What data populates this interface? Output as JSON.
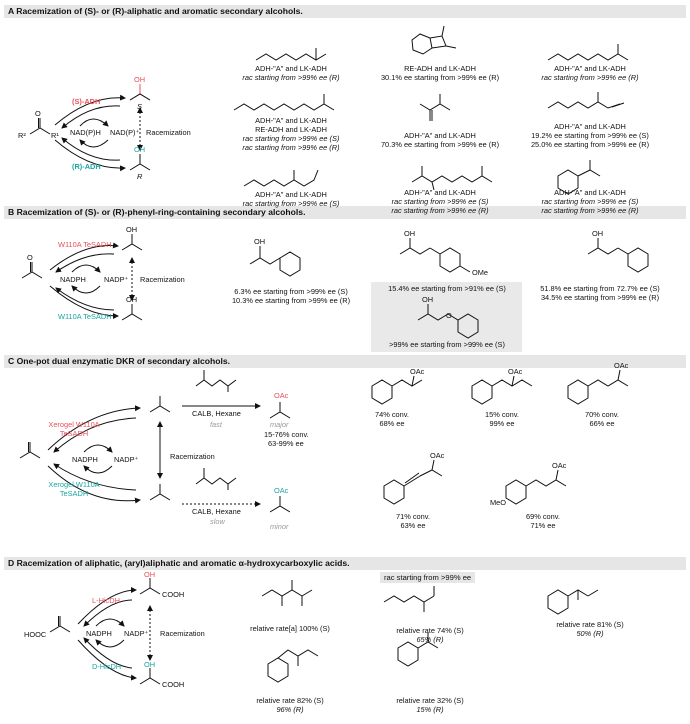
{
  "sections": {
    "A": {
      "title": "A Racemization of (S)- or (R)-aliphatic and aromatic secondary alcohols.",
      "enz_top": "(S)-ADH",
      "enz_bot": "(R)-ADH",
      "cof_l": "NAD(P)H",
      "cof_r": "NAD(P)⁺",
      "rac": "Racemization",
      "OH": "OH",
      "R2": "R²",
      "R1": "R¹",
      "R": "R",
      "S": "S",
      "O": "O"
    },
    "B": {
      "title": "B Racemization of (S)- or (R)-phenyl-ring-containing secondary alcohols.",
      "enz_top": "W110A TeSADH",
      "enz_bot": "W110A TeSADH",
      "cof_l": "NADPH",
      "cof_r": "NADP⁺",
      "rac": "Racemization"
    },
    "C": {
      "title": "C One-pot dual enzymatic DKR of secondary alcohols.",
      "enz_top": "Xerogel W110A TeSADH",
      "enz_bot": "Xerogel W110A TeSADH",
      "cof_l": "NADPH",
      "cof_r": "NADP⁺",
      "rac": "Racemization",
      "cond": "CALB, Hexane",
      "fast": "fast",
      "slow": "slow",
      "major": "major",
      "minor": "minor",
      "yield1": "15-76% conv.",
      "yield2": "63-99% ee",
      "OAc": "OAc"
    },
    "D": {
      "title": "D Racemization of aliphatic, (aryl)aliphatic and aromatic α-hydroxycarboxylic acids.",
      "enz_top": "L-HicDH",
      "enz_bot": "D-HicDH",
      "cof_l": "NADPH",
      "cof_r": "NADP⁺",
      "rac": "Racemization",
      "COOH": "COOH",
      "HOOC": "HOOC",
      "tag": "rac starting from >99% ee"
    }
  },
  "captions": {
    "a1": [
      "ADH-\"A\" and LK-ADH",
      "rac starting from >99% ee (R)"
    ],
    "a2": [
      "RE-ADH and LK-ADH",
      "30.1% ee starting from >99% ee (R)"
    ],
    "a3": [
      "ADH-\"A\" and LK-ADH",
      "rac starting from >99% ee (R)"
    ],
    "a4": [
      "ADH-\"A\" and LK-ADH",
      "RE-ADH and LK-ADH",
      "rac starting from >99% ee (S)",
      "rac starting from >99% ee (R)"
    ],
    "a5": [
      "ADH-\"A\" and LK-ADH",
      "70.3% ee starting from >99% ee (R)"
    ],
    "a6": [
      "ADH-\"A\" and LK-ADH",
      "19.2% ee starting from >99% ee (S)",
      "25.0% ee starting from >99% ee (R)"
    ],
    "a7": [
      "ADH-\"A\" and LK-ADH",
      "rac starting from >99% ee (S)"
    ],
    "a8": [
      "ADH-\"A\" and LK-ADH",
      "rac starting from >99% ee (S)",
      "rac starting from >99% ee (R)"
    ],
    "a9": [
      "ADH-\"A\" and LK-ADH",
      "rac starting from >99% ee (S)",
      "rac starting from >99% ee (R)"
    ],
    "b1": [
      "6.3% ee starting from >99% ee (S)",
      "10.3% ee starting from >99% ee (R)"
    ],
    "b2": [
      "15.4% ee starting from >91% ee (S)"
    ],
    "b3": [
      "51.8% ee starting from 72.7% ee (S)",
      "34.5% ee starting from >99% ee (R)"
    ],
    "b4": [
      ">99% ee starting from >99% ee (S)"
    ],
    "c1": [
      "74% conv.",
      "68% ee"
    ],
    "c2": [
      "15% conv.",
      "99% ee"
    ],
    "c3": [
      "70% conv.",
      "66% ee"
    ],
    "c4": [
      "71% conv.",
      "63% ee"
    ],
    "c5": [
      "69% conv.",
      "71% ee"
    ],
    "d1": [
      "relative rate[a] 100% (S)"
    ],
    "d2": [
      "relative rate 74% (S)",
      "65% (R)"
    ],
    "d3": [
      "relative rate 81% (S)",
      "50% (R)"
    ],
    "d4": [
      "relative rate 82% (S)",
      "96% (R)"
    ],
    "d5": [
      "relative rate 32% (S)",
      "15% (R)"
    ]
  },
  "atoms": {
    "OH": "OH",
    "O": "O",
    "OMe": "OMe",
    "MeO": "MeO",
    "OAc": "OAc"
  },
  "colors": {
    "red": "#e8505b",
    "teal": "#1aa5a0",
    "gray": "#9a9a9a",
    "header": "#e6e6e6"
  }
}
